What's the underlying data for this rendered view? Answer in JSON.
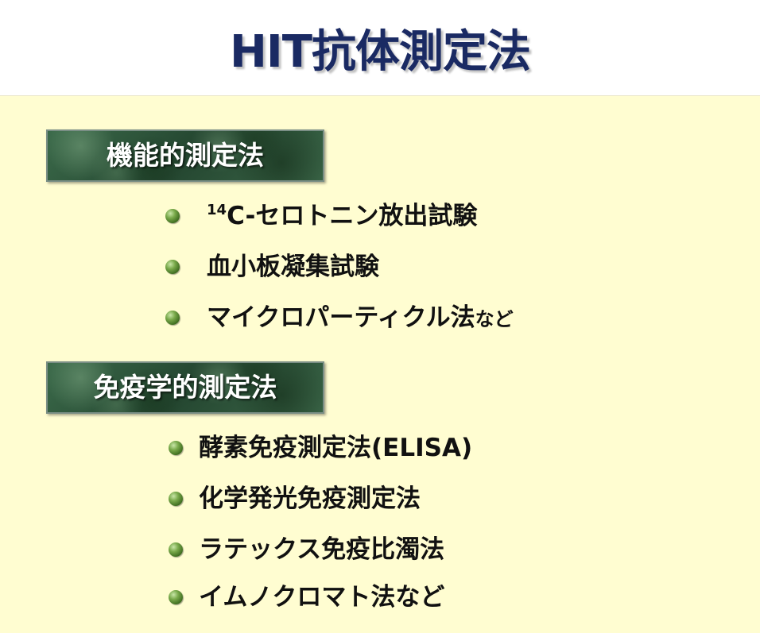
{
  "title": "HIT抗体測定法",
  "sections": [
    {
      "label": "機能的測定法",
      "items": [
        {
          "sup": "14",
          "text": "C-セロトニン放出試験",
          "suffix": ""
        },
        {
          "sup": "",
          "text": "血小板凝集試験",
          "suffix": ""
        },
        {
          "sup": "",
          "text": "マイクロパーティクル法",
          "suffix": "など"
        }
      ]
    },
    {
      "label": "免疫学的測定法",
      "items": [
        {
          "sup": "",
          "text": "酵素免疫測定法(ELISA)",
          "suffix": ""
        },
        {
          "sup": "",
          "text": "化学発光免疫測定法",
          "suffix": ""
        },
        {
          "sup": "",
          "text": "ラテックス免疫比濁法",
          "suffix": ""
        },
        {
          "sup": "",
          "text": "イムノクロマト法など",
          "suffix": ""
        }
      ]
    }
  ],
  "colors": {
    "title": "#1a2a63",
    "background": "#fffdd1",
    "label_bg": "#2f5a3f",
    "bullet": "#4f7f2a"
  },
  "icons": {
    "bullet": "green-sphere-bullet-icon"
  }
}
